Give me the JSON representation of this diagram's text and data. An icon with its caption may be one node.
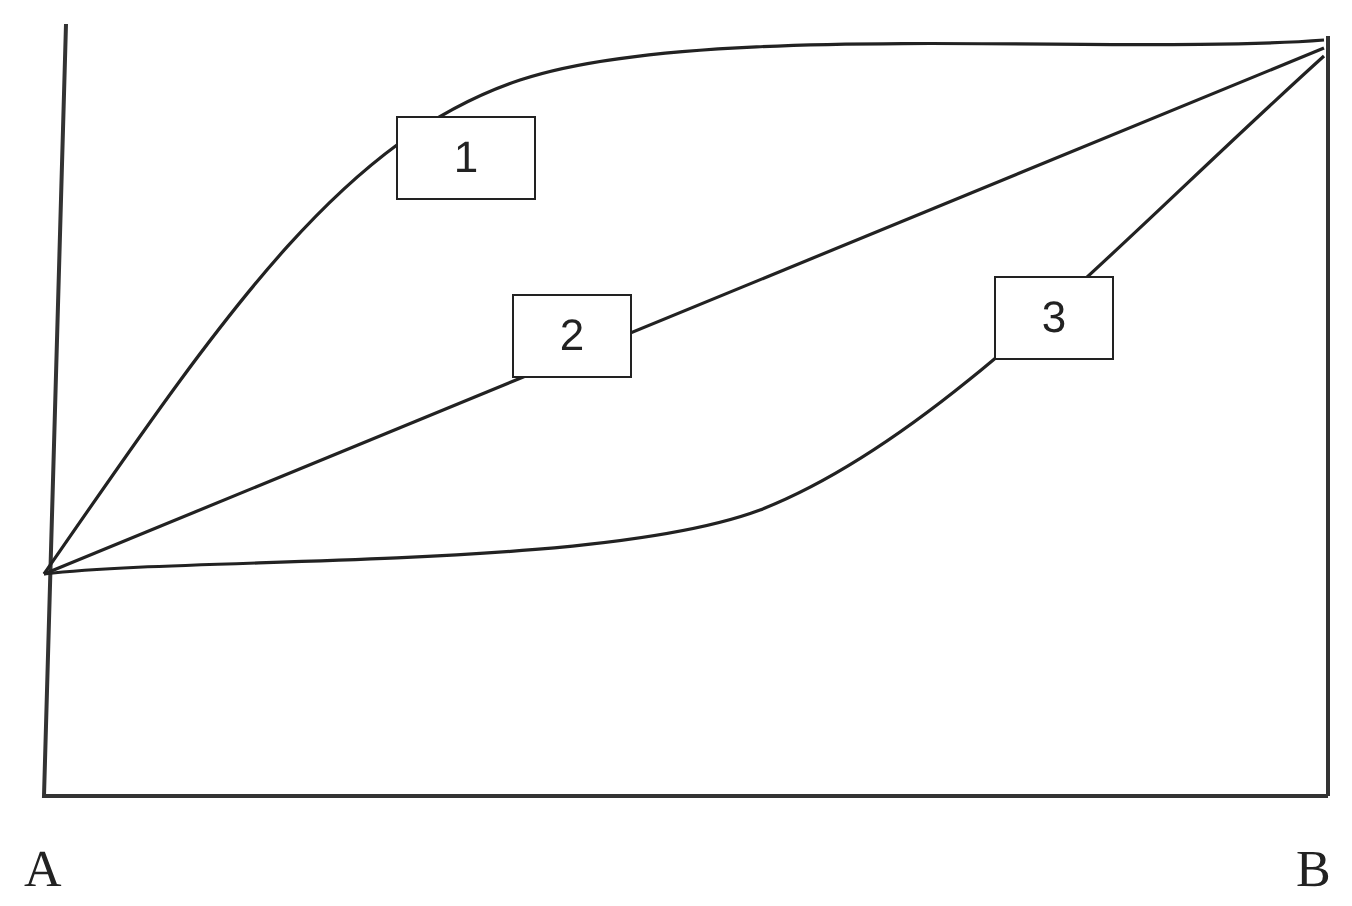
{
  "diagram": {
    "nodes": [
      {
        "text": [
          "1"
        ]
      },
      {
        "text": [
          "2"
        ]
      },
      {
        "text": [
          "3"
        ]
      }
    ],
    "labels": [
      "A",
      "B"
    ]
  }
}
